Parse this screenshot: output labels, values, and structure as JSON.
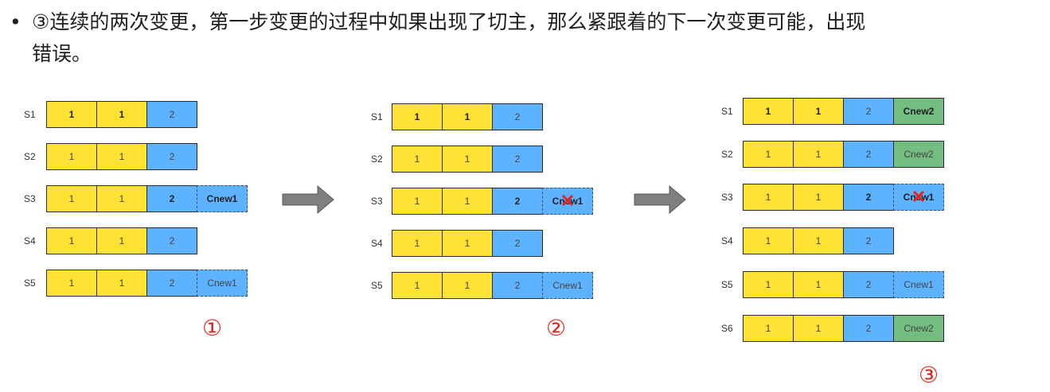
{
  "header": {
    "bullet": "•",
    "line1": "③连续的两次变更，第一步变更的过程中如果出现了切主，那么紧跟着的下一次变更可能，出现",
    "line2": "错误。"
  },
  "colors": {
    "yellow": "#ffe234",
    "blue": "#5db3ff",
    "green": "#73bd81",
    "cross": "#e2231a"
  },
  "panels": [
    {
      "marker": "①",
      "rows": [
        {
          "label": "S1",
          "cells": [
            {
              "t": "1",
              "c": "yellow",
              "b": true
            },
            {
              "t": "1",
              "c": "yellow",
              "b": true
            },
            {
              "t": "2",
              "c": "blue"
            }
          ]
        },
        {
          "label": "S2",
          "cells": [
            {
              "t": "1",
              "c": "yellow"
            },
            {
              "t": "1",
              "c": "yellow"
            },
            {
              "t": "2",
              "c": "blue"
            }
          ]
        },
        {
          "label": "S3",
          "cells": [
            {
              "t": "1",
              "c": "yellow"
            },
            {
              "t": "1",
              "c": "yellow"
            },
            {
              "t": "2",
              "c": "blue",
              "b": true
            },
            {
              "t": "Cnew1",
              "c": "blue",
              "b": true,
              "d": true
            }
          ]
        },
        {
          "label": "S4",
          "cells": [
            {
              "t": "1",
              "c": "yellow"
            },
            {
              "t": "1",
              "c": "yellow"
            },
            {
              "t": "2",
              "c": "blue"
            }
          ]
        },
        {
          "label": "S5",
          "cells": [
            {
              "t": "1",
              "c": "yellow"
            },
            {
              "t": "1",
              "c": "yellow"
            },
            {
              "t": "2",
              "c": "blue"
            },
            {
              "t": "Cnew1",
              "c": "blue",
              "d": true
            }
          ]
        }
      ]
    },
    {
      "marker": "②",
      "rows": [
        {
          "label": "S1",
          "cells": [
            {
              "t": "1",
              "c": "yellow",
              "b": true
            },
            {
              "t": "1",
              "c": "yellow",
              "b": true
            },
            {
              "t": "2",
              "c": "blue"
            }
          ]
        },
        {
          "label": "S2",
          "cells": [
            {
              "t": "1",
              "c": "yellow"
            },
            {
              "t": "1",
              "c": "yellow"
            },
            {
              "t": "2",
              "c": "blue"
            }
          ]
        },
        {
          "label": "S3",
          "cells": [
            {
              "t": "1",
              "c": "yellow"
            },
            {
              "t": "1",
              "c": "yellow"
            },
            {
              "t": "2",
              "c": "blue",
              "b": true
            },
            {
              "t": "Cnew1",
              "c": "blue",
              "b": true,
              "d": true,
              "x": true
            }
          ]
        },
        {
          "label": "S4",
          "cells": [
            {
              "t": "1",
              "c": "yellow"
            },
            {
              "t": "1",
              "c": "yellow"
            },
            {
              "t": "2",
              "c": "blue"
            }
          ]
        },
        {
          "label": "S5",
          "cells": [
            {
              "t": "1",
              "c": "yellow"
            },
            {
              "t": "1",
              "c": "yellow"
            },
            {
              "t": "2",
              "c": "blue"
            },
            {
              "t": "Cnew1",
              "c": "blue",
              "d": true
            }
          ]
        }
      ]
    },
    {
      "marker": "③",
      "rows": [
        {
          "label": "S1",
          "cells": [
            {
              "t": "1",
              "c": "yellow",
              "b": true
            },
            {
              "t": "1",
              "c": "yellow",
              "b": true
            },
            {
              "t": "2",
              "c": "blue"
            },
            {
              "t": "Cnew2",
              "c": "green",
              "b": true
            }
          ]
        },
        {
          "label": "S2",
          "cells": [
            {
              "t": "1",
              "c": "yellow"
            },
            {
              "t": "1",
              "c": "yellow"
            },
            {
              "t": "2",
              "c": "blue"
            },
            {
              "t": "Cnew2",
              "c": "green"
            }
          ]
        },
        {
          "label": "S3",
          "cells": [
            {
              "t": "1",
              "c": "yellow"
            },
            {
              "t": "1",
              "c": "yellow"
            },
            {
              "t": "2",
              "c": "blue",
              "b": true
            },
            {
              "t": "Cnew1",
              "c": "blue",
              "b": true,
              "d": true,
              "x": true
            }
          ]
        },
        {
          "label": "S4",
          "cells": [
            {
              "t": "1",
              "c": "yellow"
            },
            {
              "t": "1",
              "c": "yellow"
            },
            {
              "t": "2",
              "c": "blue"
            }
          ]
        },
        {
          "label": "S5",
          "cells": [
            {
              "t": "1",
              "c": "yellow"
            },
            {
              "t": "1",
              "c": "yellow"
            },
            {
              "t": "2",
              "c": "blue"
            },
            {
              "t": "Cnew1",
              "c": "blue",
              "d": true
            }
          ]
        },
        {
          "label": "S6",
          "cells": [
            {
              "t": "1",
              "c": "yellow"
            },
            {
              "t": "1",
              "c": "yellow"
            },
            {
              "t": "2",
              "c": "blue"
            },
            {
              "t": "Cnew2",
              "c": "green"
            }
          ]
        }
      ]
    }
  ]
}
